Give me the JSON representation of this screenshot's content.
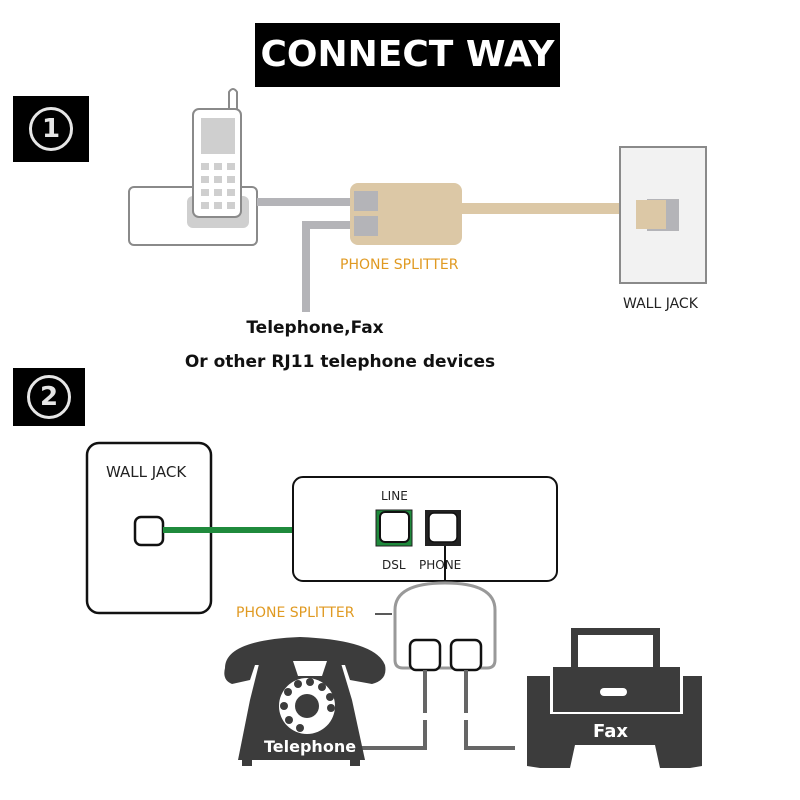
{
  "title": "CONNECT WAY",
  "steps": [
    {
      "number": "1",
      "phone_splitter_label": "PHONE SPLITTER",
      "wall_jack_label": "WALL JACK",
      "devices_caption_line1": "Telephone,Fax",
      "devices_caption_line2": "Or other RJ11 telephone devices"
    },
    {
      "number": "2",
      "wall_jack_label": "WALL JACK",
      "port_line_label": "LINE",
      "port_dsl_label": "DSL",
      "port_phone_label": "PHONE",
      "phone_splitter_label": "PHONE SPLITTER",
      "telephone_label": "Telephone",
      "fax_label": "Fax"
    }
  ],
  "colors": {
    "splitter_beige": "#dcc8a6",
    "cable_grey": "#b4b4b8",
    "cable_green": "#1f8a3c",
    "label_orange": "#e09a22",
    "device_dark": "#3c3c3c"
  }
}
